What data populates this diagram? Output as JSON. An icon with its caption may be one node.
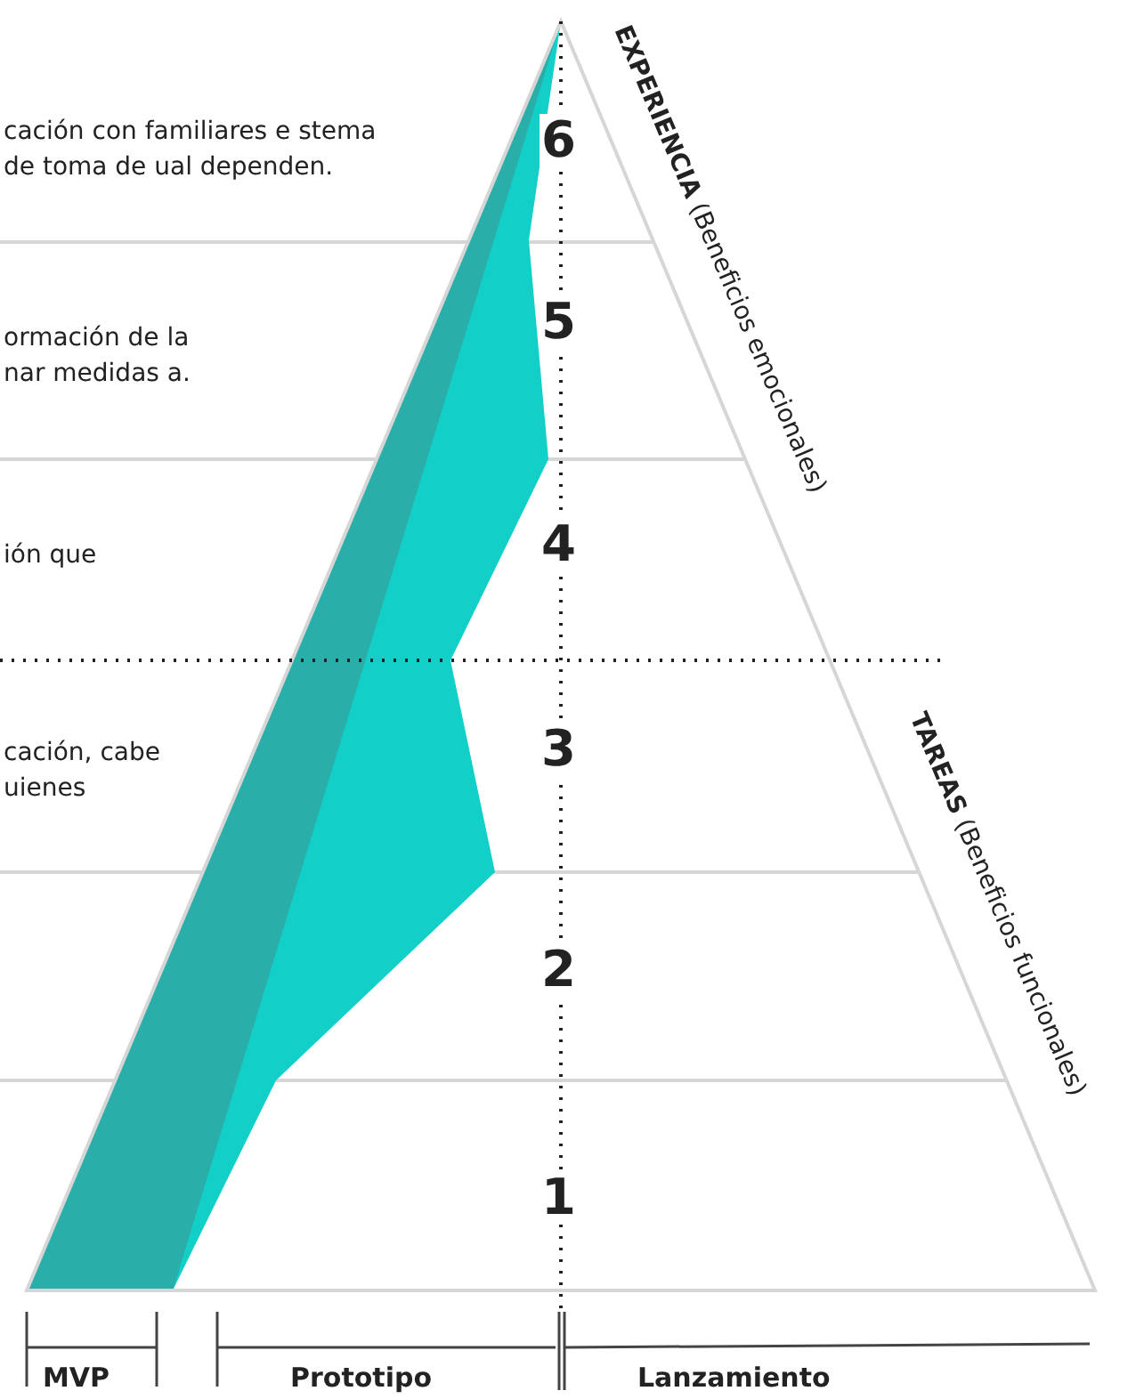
{
  "diagram": {
    "labels": [
      "cación con familiares e stema de toma de ual dependen.",
      "6",
      "**EXPERIENCIA** (Beneficios emocionales)",
      "ormación de la nar medidas a.",
      "5",
      "ión que",
      "4",
      "cación, cabe uienes",
      "3",
      "**TAREAS** (Beneficios funcionales)",
      "2",
      "1",
      "MVP",
      "Prototipo",
      "Lanzamiento"
    ]
  }
}
